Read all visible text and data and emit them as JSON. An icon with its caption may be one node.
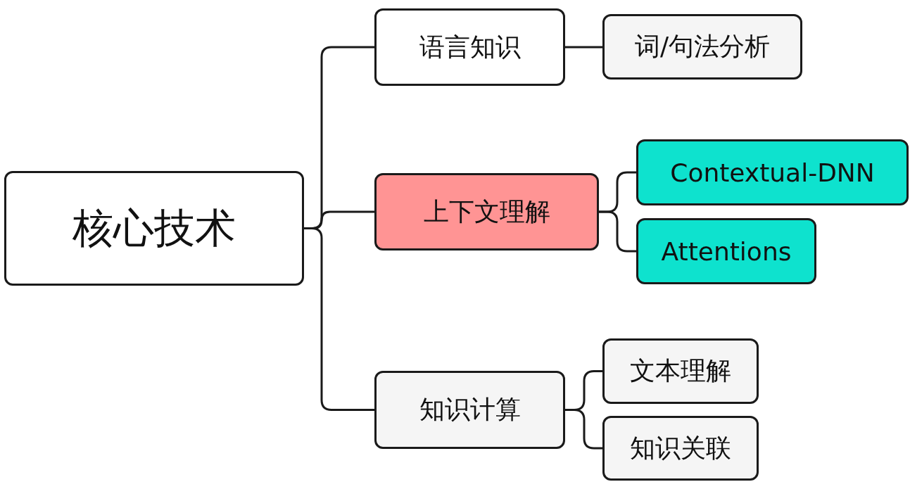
{
  "diagram": {
    "nodes": [
      {
        "text": [
          "核心技术"
        ]
      },
      {
        "text": [
          "语言知识"
        ]
      },
      {
        "text": [
          "词/句法分析"
        ]
      },
      {
        "text": [
          "上下文理解"
        ]
      },
      {
        "text": [
          "Contextual-DNN"
        ]
      },
      {
        "text": [
          "Attentions"
        ]
      },
      {
        "text": [
          "知识计算"
        ]
      },
      {
        "text": [
          "文本理解"
        ]
      },
      {
        "text": [
          "知识关联"
        ]
      }
    ],
    "edges": [
      {
        "from": 0,
        "to": 1,
        "arrow": "none"
      },
      {
        "from": 0,
        "to": 3,
        "arrow": "none"
      },
      {
        "from": 0,
        "to": 6,
        "arrow": "none"
      },
      {
        "from": 1,
        "to": 2,
        "arrow": "none"
      },
      {
        "from": 3,
        "to": 4,
        "arrow": "none"
      },
      {
        "from": 3,
        "to": 5,
        "arrow": "none"
      },
      {
        "from": 6,
        "to": 7,
        "arrow": "none"
      },
      {
        "from": 6,
        "to": 8,
        "arrow": "none"
      }
    ]
  }
}
